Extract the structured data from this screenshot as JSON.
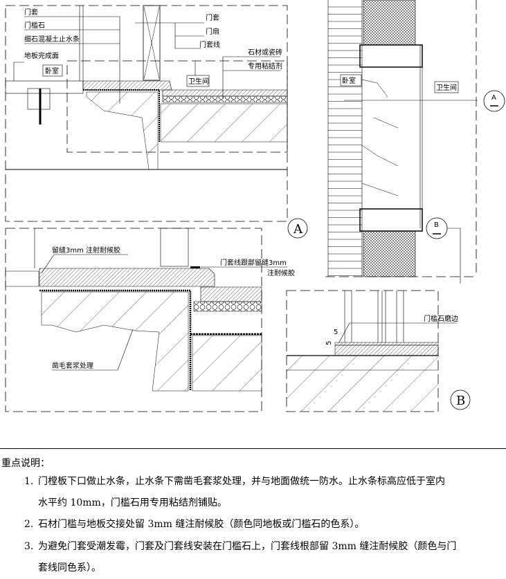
{
  "detail_a": {
    "labels": {
      "door_casing_left": "门套",
      "threshold_stone": "门槛石",
      "concrete_water_stop": "细石混凝土止水条",
      "floor_finish": "地板完成面",
      "bedroom": "卧室",
      "door_casing_right": "门套",
      "door_leaf": "门扇",
      "casing_trim": "门套线",
      "stone_or_tile": "石材或瓷砖",
      "adhesive": "专用粘结剂",
      "bathroom": "卫生间"
    },
    "marker": "A"
  },
  "detail_a_enlarged": {
    "labels": {
      "gap_sealant": "留缝3mm 注射耐候胶",
      "casing_root_gap": "门套线跟部留缝3mm",
      "casing_root_sealant": "注耐候胶",
      "roughen_slurry": "凿毛套浆处理"
    }
  },
  "plan": {
    "labels": {
      "bedroom": "卧室",
      "bathroom": "卫生间"
    },
    "section_a": "A",
    "section_b": "B"
  },
  "detail_b": {
    "labels": {
      "edge_grinding": "门槛石磨边",
      "dim_h": "5",
      "dim_v": "5"
    },
    "marker": "B"
  },
  "notes": {
    "title": "重点说明：",
    "items": [
      {
        "num": "1.",
        "line1": "门樘板下口做止水条，止水条下需凿毛套浆处理，并与地面做统一防水。止水条标高应低于室内",
        "line2": "水平约 10mm，门槛石用专用粘结剂铺贴。"
      },
      {
        "num": "2.",
        "line1": "石材门槛与地板交接处留 3mm 缝注耐候胶（颜色同地板或门槛石的色系）。"
      },
      {
        "num": "3.",
        "line1": "为避免门套受潮发霉，门套及门套线安装在门槛石上，门套线根部留 3mm 缝注耐候胶（颜色与门",
        "line2": "套线同色系）。"
      }
    ]
  }
}
